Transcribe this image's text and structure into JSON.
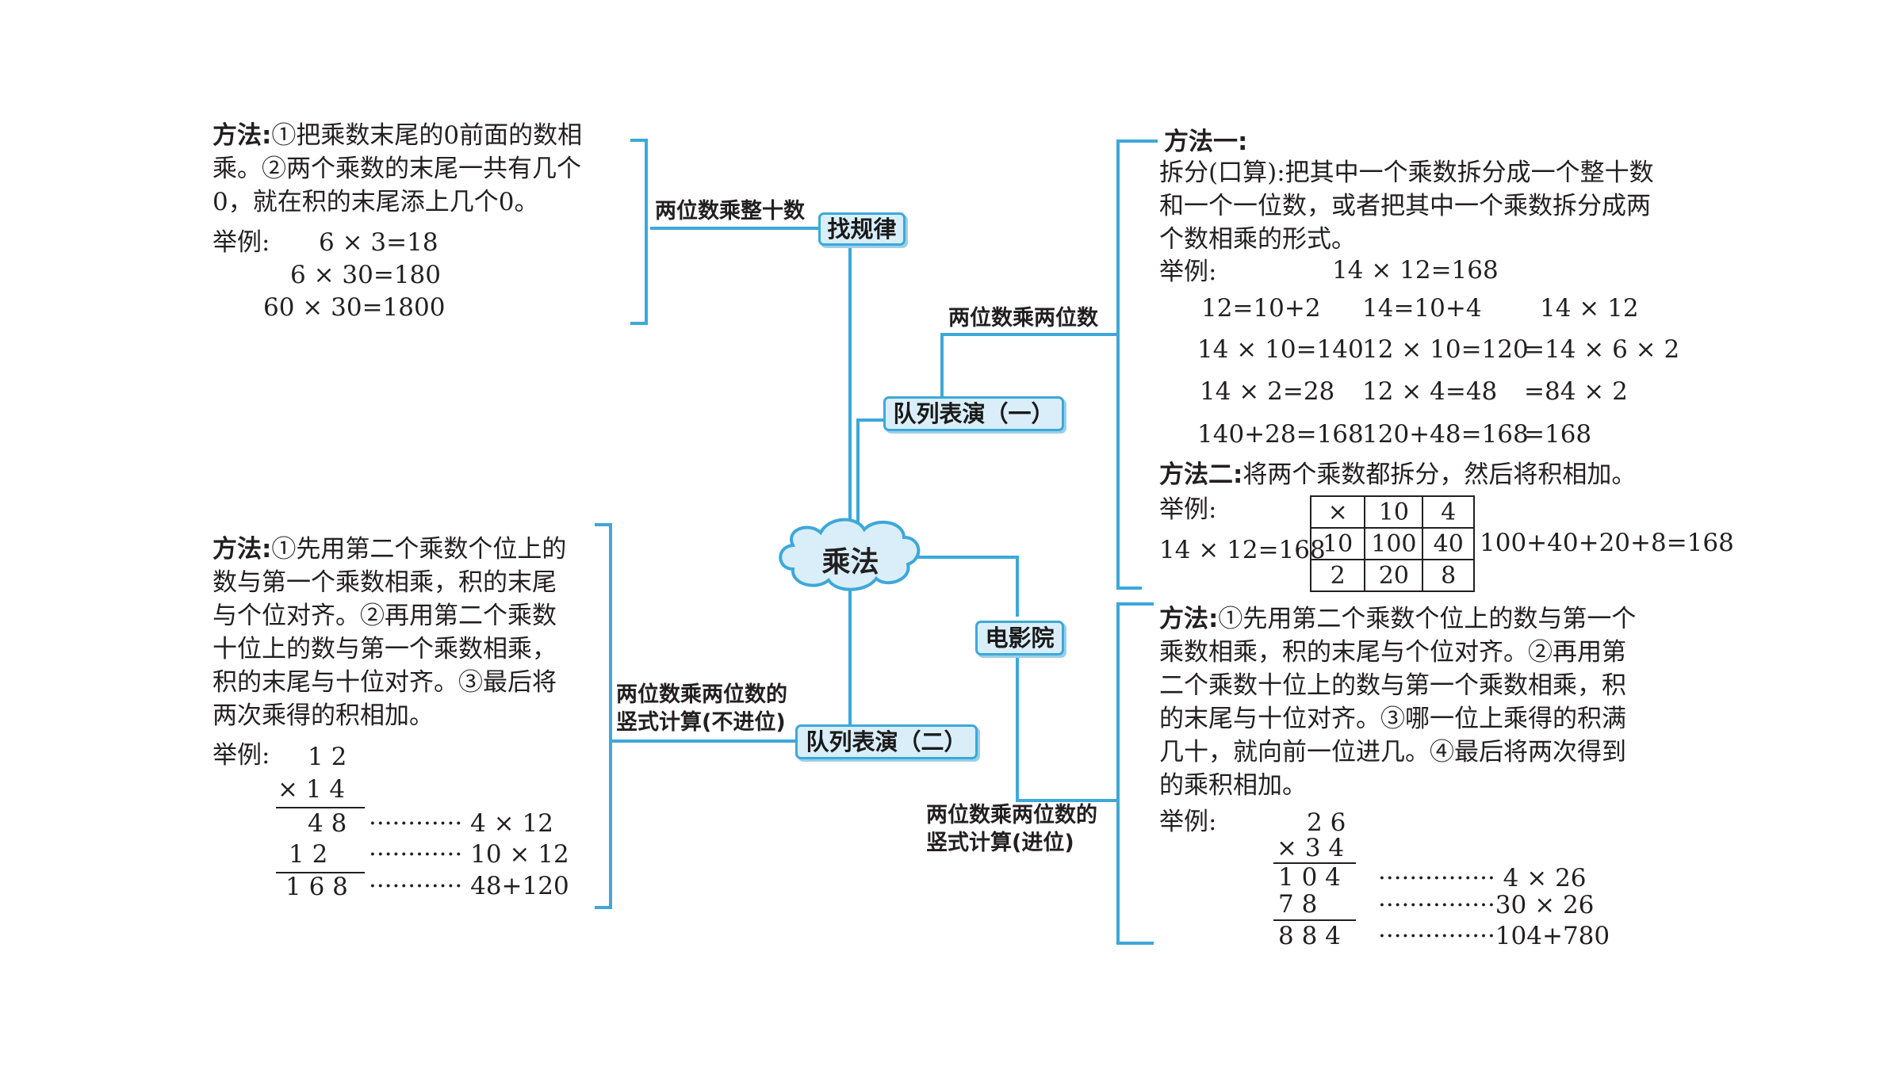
{
  "center": "乘法",
  "nodes": {
    "zhao_gui_lv": "找规律",
    "dui_lie_1": "队列表演（一）",
    "dui_lie_2": "队列表演（二）",
    "dian_ying_yuan": "电影院"
  },
  "labels": {
    "zheng_shi": "两位数乘整十数",
    "liang_wei_1": "两位数乘两位数",
    "bu_jin_wei_1": "两位数乘两位数的",
    "bu_jin_wei_2": "竖式计算(不进位)",
    "jin_wei_1": "两位数乘两位数的",
    "jin_wei_2": "竖式计算(进位)"
  },
  "top_left": {
    "method_label": "方法:",
    "lines": [
      "①把乘数末尾的0前面的数相",
      "乘。②两个乘数的末尾一共有几个",
      "0，就在积的末尾添上几个0。"
    ],
    "example_label": "举例:",
    "examples": [
      "6 × 3=18",
      "6 × 30=180",
      "60 × 30=1800"
    ]
  },
  "right_top": {
    "method1_label": "方法一:",
    "method1_lines": [
      "拆分(口算):把其中一个乘数拆分成一个整十数",
      "和一个一位数，或者把其中一个乘数拆分成两",
      "个数相乘的形式。"
    ],
    "example_label": "举例:",
    "example_head": "14 × 12=168",
    "col1": [
      "12=10+2",
      "14 × 10=140",
      "14 × 2=28",
      "140+28=168"
    ],
    "col2": [
      "14=10+4",
      "12 × 10=120",
      "12 × 4=48",
      "120+48=168"
    ],
    "col3": [
      "14 × 12",
      "=14 × 6 × 2",
      "=84 × 2",
      "=168"
    ],
    "method2_label": "方法二:",
    "method2_text": "将两个乘数都拆分，然后将积相加。",
    "example2_label": "举例:",
    "example2_eq": "14 × 12=168",
    "grid": [
      [
        "×",
        "10",
        "4"
      ],
      [
        "10",
        "100",
        "40"
      ],
      [
        "2",
        "20",
        "8"
      ]
    ],
    "grid_sum": "100+40+20+8=168"
  },
  "bottom_left": {
    "method_label": "方法:",
    "lines": [
      "①先用第二个乘数个位上的",
      "数与第一个乘数相乘，积的末尾",
      "与个位对齐。②再用第二个乘数",
      "十位上的数与第一个乘数相乘，",
      "积的末尾与十位对齐。③最后将",
      "两次乘得的积相加。"
    ],
    "example_label": "举例:",
    "calc": [
      "1 2",
      "× 1 4",
      "4 8",
      "1 2",
      "1 6 8"
    ],
    "notes": [
      "············  4 × 12",
      "············  10 × 12",
      "············  48+120"
    ]
  },
  "bottom_right": {
    "method_label": "方法:",
    "lines": [
      "①先用第二个乘数个位上的数与第一个",
      "乘数相乘，积的末尾与个位对齐。②再用第",
      "二个乘数十位上的数与第一个乘数相乘，积",
      "的末尾与十位对齐。③哪一位上乘得的积满",
      "几十，就向前一位进几。④最后将两次得到",
      "的乘积相加。"
    ],
    "example_label": "举例:",
    "calc": [
      "2 6",
      "× 3 4",
      "1 0 4",
      "7 8",
      "8 8 4"
    ],
    "notes": [
      "···············  4 × 26",
      "···············30 × 26",
      "···············104+780"
    ]
  },
  "colors": {
    "line": "#3da8d9",
    "node_fill": "#d9eef9",
    "text": "#231f20"
  }
}
